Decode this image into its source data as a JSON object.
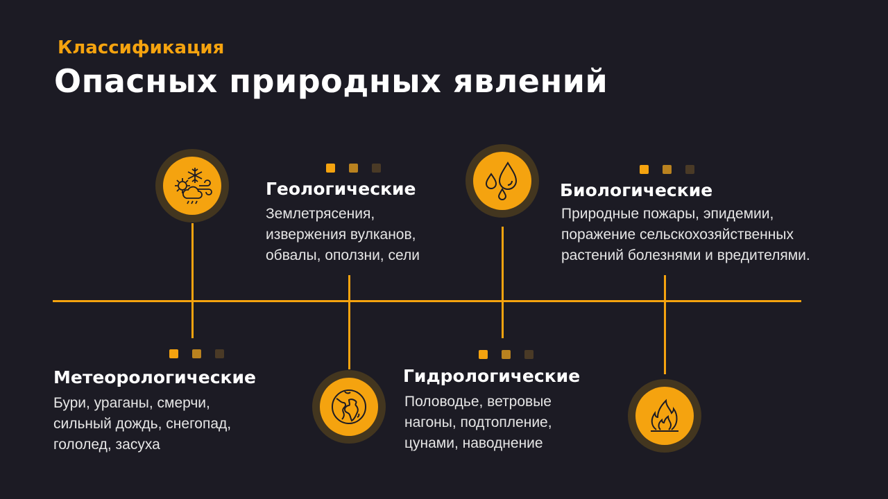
{
  "header": {
    "subtitle": "Классификация",
    "title": "Опасных природных явлений"
  },
  "colors": {
    "accent": "#f5a30f",
    "dot_mid": "#b9821f",
    "dot_dark": "#4a3a26",
    "halo": "#43361f",
    "background": "#1c1b24"
  },
  "categories": [
    {
      "title": "Метеорологические",
      "lines": [
        "Бури, ураганы, смерчи,",
        "сильный дождь, снегопад,",
        "гололед, засуха"
      ],
      "icon": "weather-icon"
    },
    {
      "title": "Геологические",
      "lines": [
        "Землетрясения,",
        "извержения вулканов,",
        "обвалы, оползни, сели"
      ],
      "icon": "globe-icon"
    },
    {
      "title": "Гидрологические",
      "lines": [
        "Половодье, ветровые",
        "нагоны, подтопление,",
        "цунами, наводнение"
      ],
      "icon": "water-drops-icon"
    },
    {
      "title": "Биологические",
      "lines": [
        "Природные пожары, эпидемии,",
        "поражение сельскохозяйственных",
        "растений болезнями и вредителями."
      ],
      "icon": "fire-icon"
    }
  ]
}
